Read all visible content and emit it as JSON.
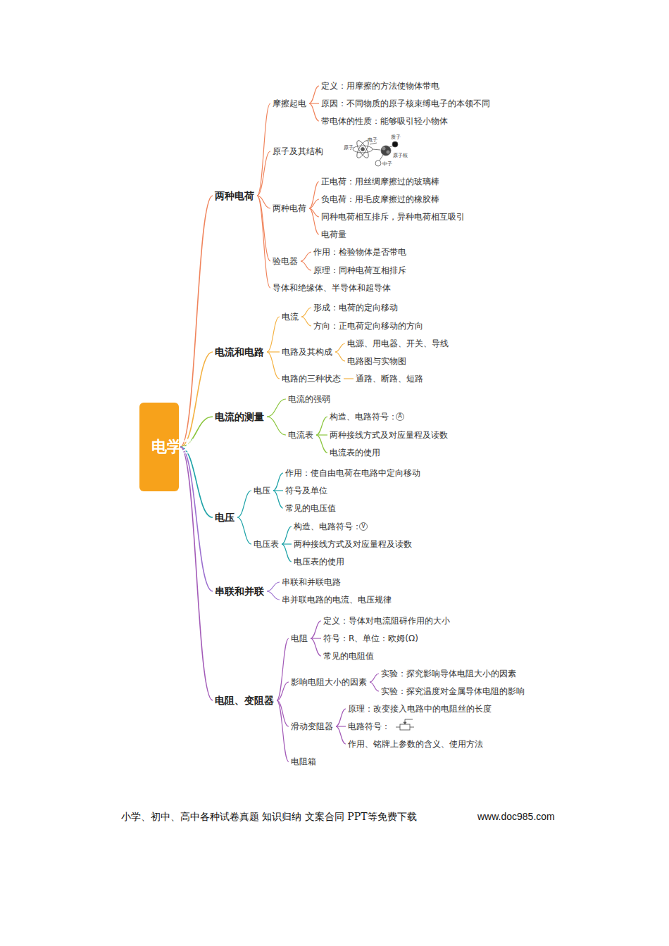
{
  "diagram": {
    "nodes": [
      {
        "text": [
          "电学基础"
        ]
      },
      {
        "text": [
          "两种电荷"
        ]
      },
      {
        "text": [
          "摩擦起电"
        ]
      },
      {
        "text": [
          "定义：用摩擦的方法使物体带电"
        ]
      },
      {
        "text": [
          "原因：不同物质的原子核束缚电子的本领不同"
        ]
      },
      {
        "text": [
          "带电体的性质：能够吸引轻小物体"
        ]
      },
      {
        "text": [
          "原子及其结构"
        ]
      },
      {
        "text": [
          "两种电荷"
        ]
      },
      {
        "text": [
          "正电荷：用丝绸摩擦过的玻璃棒"
        ]
      },
      {
        "text": [
          "负电荷：用毛皮摩擦过的橡胶棒"
        ]
      },
      {
        "text": [
          "同种电荷相互排斥，异种电荷相互吸引"
        ]
      },
      {
        "text": [
          "电荷量"
        ]
      },
      {
        "text": [
          "验电器"
        ]
      },
      {
        "text": [
          "作用：检验物体是否带电"
        ]
      },
      {
        "text": [
          "原理：同种电荷互相排斥"
        ]
      },
      {
        "text": [
          "导体和绝缘体、半导体和超导体"
        ]
      },
      {
        "text": [
          "电流和电路"
        ]
      },
      {
        "text": [
          "电流"
        ]
      },
      {
        "text": [
          "形成：电荷的定向移动"
        ]
      },
      {
        "text": [
          "方向：正电荷定向移动的方向"
        ]
      },
      {
        "text": [
          "电路及其构成"
        ]
      },
      {
        "text": [
          "电源、用电器、开关、导线"
        ]
      },
      {
        "text": [
          "电路图与实物图"
        ]
      },
      {
        "text": [
          "电路的三种状态"
        ]
      },
      {
        "text": [
          "通路、断路、短路"
        ]
      },
      {
        "text": [
          "电流的测量"
        ]
      },
      {
        "text": [
          "电流的强弱"
        ]
      },
      {
        "text": [
          "电流表"
        ]
      },
      {
        "text": [
          "构造、电路符号："
        ]
      },
      {
        "text": [
          "两种接线方式及对应量程及读数"
        ]
      },
      {
        "text": [
          "电流表的使用"
        ]
      },
      {
        "text": [
          "电压"
        ]
      },
      {
        "text": [
          "电压"
        ]
      },
      {
        "text": [
          "作用：使自由电荷在电路中定向移动"
        ]
      },
      {
        "text": [
          "符号及单位"
        ]
      },
      {
        "text": [
          "常见的电压值"
        ]
      },
      {
        "text": [
          "电压表"
        ]
      },
      {
        "text": [
          "构造、电路符号："
        ]
      },
      {
        "text": [
          "两种接线方式及对应量程及读数"
        ]
      },
      {
        "text": [
          "电压表的使用"
        ]
      },
      {
        "text": [
          "串联和并联"
        ]
      },
      {
        "text": [
          "串联和并联电路"
        ]
      },
      {
        "text": [
          "串并联电路的电流、电压规律"
        ]
      },
      {
        "text": [
          "电阻、变阻器"
        ]
      },
      {
        "text": [
          "电阻"
        ]
      },
      {
        "text": [
          "定义：导体对电流阻碍作用的大小"
        ]
      },
      {
        "text": [
          "符号：R、单位：欧姆(Ω)"
        ]
      },
      {
        "text": [
          "常见的电阻值"
        ]
      },
      {
        "text": [
          "影响电阻大小的因素"
        ]
      },
      {
        "text": [
          "实验：探究影响导体电阻大小的因素"
        ]
      },
      {
        "text": [
          "实验：探究温度对金属导体电阻的影响"
        ]
      },
      {
        "text": [
          "滑动变阻器"
        ]
      },
      {
        "text": [
          "原理：改变接入电路中的电阻丝的长度"
        ]
      },
      {
        "text": [
          "电路符号："
        ]
      },
      {
        "text": [
          "作用、铭牌上参数的含义、使用方法"
        ]
      },
      {
        "text": [
          "电阻箱"
        ]
      }
    ],
    "edges": [
      {
        "from": 0,
        "to": 1,
        "arrow": "none"
      },
      {
        "from": 0,
        "to": 16,
        "arrow": "none"
      },
      {
        "from": 0,
        "to": 25,
        "arrow": "none"
      },
      {
        "from": 0,
        "to": 31,
        "arrow": "none"
      },
      {
        "from": 0,
        "to": 40,
        "arrow": "none"
      },
      {
        "from": 0,
        "to": 43,
        "arrow": "none"
      },
      {
        "from": 1,
        "to": 2,
        "arrow": "none"
      },
      {
        "from": 1,
        "to": 6,
        "arrow": "none"
      },
      {
        "from": 1,
        "to": 7,
        "arrow": "none"
      },
      {
        "from": 1,
        "to": 12,
        "arrow": "none"
      },
      {
        "from": 1,
        "to": 15,
        "arrow": "none"
      },
      {
        "from": 2,
        "to": 3,
        "arrow": "none"
      },
      {
        "from": 2,
        "to": 4,
        "arrow": "none"
      },
      {
        "from": 2,
        "to": 5,
        "arrow": "none"
      },
      {
        "from": 7,
        "to": 8,
        "arrow": "none"
      },
      {
        "from": 7,
        "to": 9,
        "arrow": "none"
      },
      {
        "from": 7,
        "to": 10,
        "arrow": "none"
      },
      {
        "from": 7,
        "to": 11,
        "arrow": "none"
      },
      {
        "from": 12,
        "to": 13,
        "arrow": "none"
      },
      {
        "from": 12,
        "to": 14,
        "arrow": "none"
      },
      {
        "from": 16,
        "to": 17,
        "arrow": "none"
      },
      {
        "from": 16,
        "to": 20,
        "arrow": "none"
      },
      {
        "from": 16,
        "to": 23,
        "arrow": "none"
      },
      {
        "from": 17,
        "to": 18,
        "arrow": "none"
      },
      {
        "from": 17,
        "to": 19,
        "arrow": "none"
      },
      {
        "from": 20,
        "to": 21,
        "arrow": "none"
      },
      {
        "from": 20,
        "to": 22,
        "arrow": "none"
      },
      {
        "from": 23,
        "to": 24,
        "arrow": "none"
      },
      {
        "from": 25,
        "to": 26,
        "arrow": "none"
      },
      {
        "from": 25,
        "to": 27,
        "arrow": "none"
      },
      {
        "from": 27,
        "to": 28,
        "arrow": "none"
      },
      {
        "from": 27,
        "to": 29,
        "arrow": "none"
      },
      {
        "from": 27,
        "to": 30,
        "arrow": "none"
      },
      {
        "from": 31,
        "to": 32,
        "arrow": "none"
      },
      {
        "from": 31,
        "to": 36,
        "arrow": "none"
      },
      {
        "from": 32,
        "to": 33,
        "arrow": "none"
      },
      {
        "from": 32,
        "to": 34,
        "arrow": "none"
      },
      {
        "from": 32,
        "to": 35,
        "arrow": "none"
      },
      {
        "from": 36,
        "to": 37,
        "arrow": "none"
      },
      {
        "from": 36,
        "to": 38,
        "arrow": "none"
      },
      {
        "from": 36,
        "to": 39,
        "arrow": "none"
      },
      {
        "from": 40,
        "to": 41,
        "arrow": "none"
      },
      {
        "from": 40,
        "to": 42,
        "arrow": "none"
      },
      {
        "from": 43,
        "to": 44,
        "arrow": "none"
      },
      {
        "from": 43,
        "to": 48,
        "arrow": "none"
      },
      {
        "from": 43,
        "to": 51,
        "arrow": "none"
      },
      {
        "from": 43,
        "to": 55,
        "arrow": "none"
      },
      {
        "from": 44,
        "to": 45,
        "arrow": "none"
      },
      {
        "from": 44,
        "to": 46,
        "arrow": "none"
      },
      {
        "from": 44,
        "to": 47,
        "arrow": "none"
      },
      {
        "from": 48,
        "to": 49,
        "arrow": "none"
      },
      {
        "from": 48,
        "to": 50,
        "arrow": "none"
      },
      {
        "from": 51,
        "to": 52,
        "arrow": "none"
      },
      {
        "from": 51,
        "to": 53,
        "arrow": "none"
      },
      {
        "from": 51,
        "to": 54,
        "arrow": "none"
      }
    ],
    "labels": [
      "原子",
      "电子",
      "质子",
      "原子核",
      "中子",
      "A",
      "V",
      "小学、初中、高中各种试卷真题  知识归纳  文案合同  PPT等免费下载",
      "www.doc985.com"
    ]
  }
}
